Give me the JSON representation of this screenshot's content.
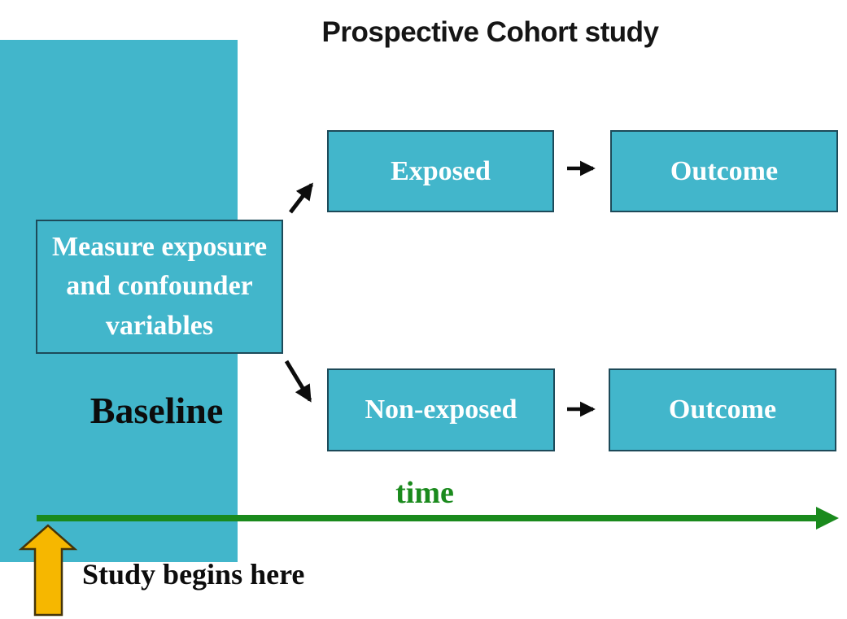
{
  "title": "Prospective Cohort study",
  "diagram": {
    "measure_box_label": "Measure exposure and confounder variables",
    "exposed_box_label": "Exposed",
    "exposed_outcome_box_label": "Outcome",
    "non_exposed_box_label": "Non-exposed",
    "non_exposed_outcome_box_label": "Outcome",
    "baseline_label": "Baseline",
    "time_axis_label": "time",
    "study_begins_label": "Study begins here"
  },
  "colors": {
    "teal": "#42b6cb",
    "box-border": "#1d4a59",
    "box-text": "#ffffff",
    "green": "#1a8a1d",
    "gold": "#f6b700",
    "gold-border": "#453409",
    "ink": "#0c0c0c"
  }
}
